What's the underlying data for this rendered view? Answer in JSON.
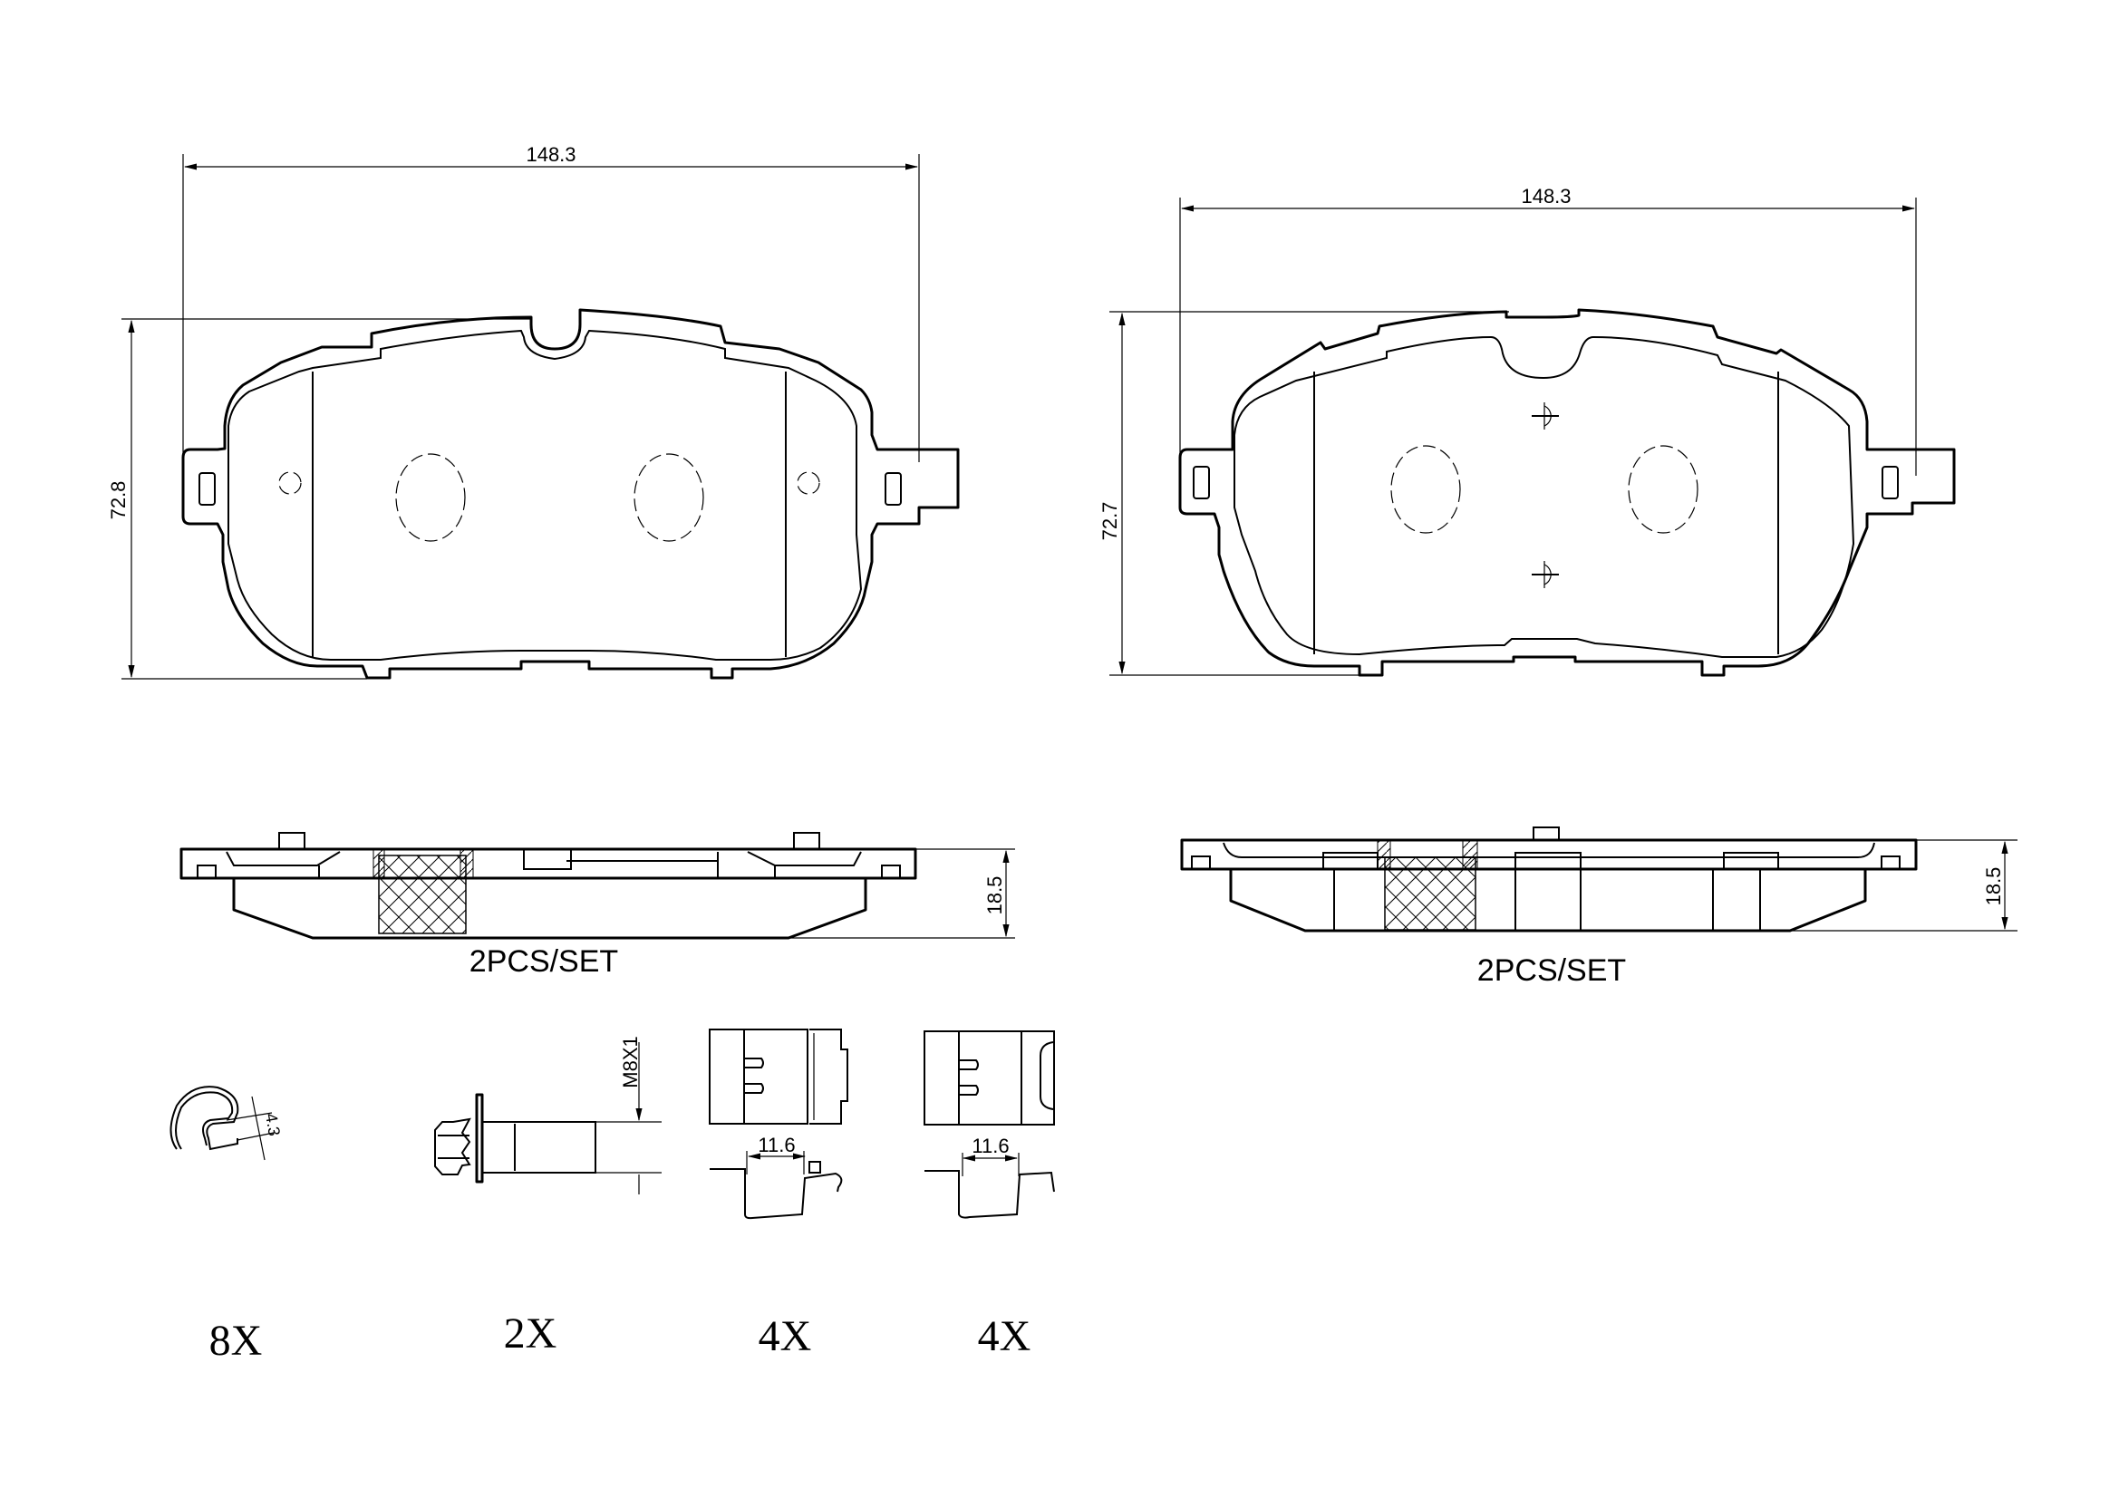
{
  "drawing": {
    "title": "Brake pad set technical drawing",
    "line_color": "#000000",
    "background": "#ffffff"
  },
  "pads": [
    {
      "id": "inner",
      "width_dim": "148.3",
      "height_dim": "72.8",
      "thickness_dim": "18.5",
      "set_label": "2PCS/SET"
    },
    {
      "id": "outer",
      "width_dim": "148.3",
      "height_dim": "72.7",
      "thickness_dim": "18.5",
      "set_label": "2PCS/SET"
    }
  ],
  "hardware": [
    {
      "name": "spring-clip",
      "dim": "4.3",
      "qty": "8X"
    },
    {
      "name": "guide-bolt",
      "dim": "M8X1",
      "qty": "2X"
    },
    {
      "name": "abutment-clip-a",
      "dim": "11.6",
      "qty": "4X"
    },
    {
      "name": "abutment-clip-b",
      "dim": "11.6",
      "qty": "4X"
    }
  ]
}
